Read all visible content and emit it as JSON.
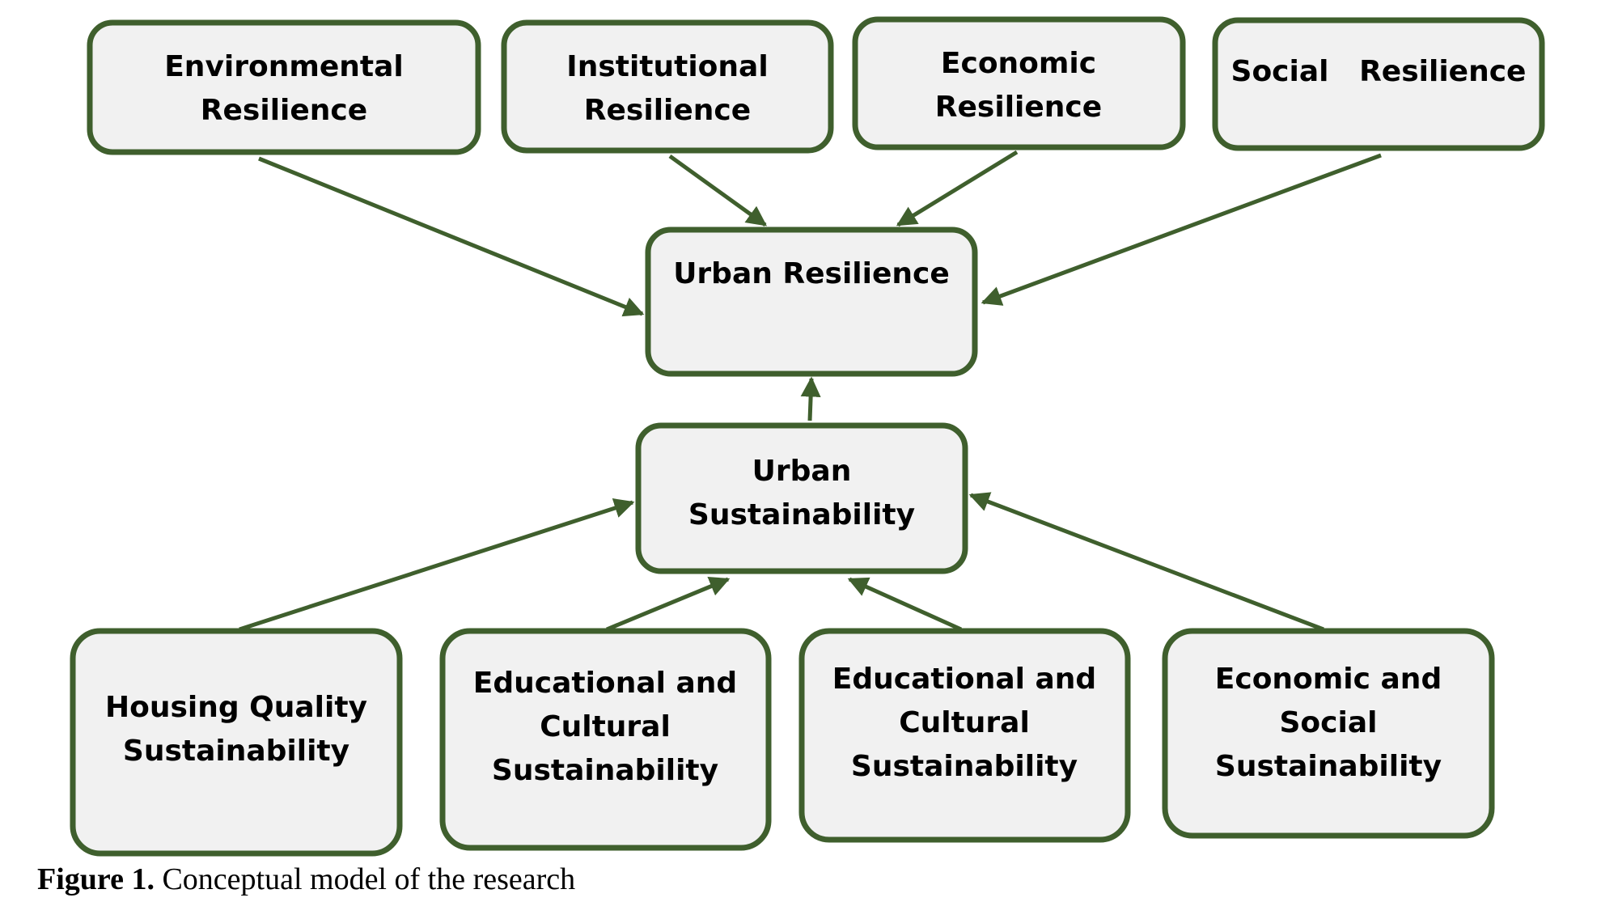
{
  "nodes": {
    "environmental_resilience": [
      "Environmental",
      "Resilience"
    ],
    "institutional_resilience": [
      "Institutional",
      "Resilience"
    ],
    "economic_resilience": [
      "Economic",
      "Resilience"
    ],
    "social_resilience": [
      "Social   Resilience"
    ],
    "urban_resilience": [
      "Urban Resilience"
    ],
    "urban_sustainability": [
      "Urban",
      "Sustainability"
    ],
    "housing_quality_sustainability": [
      "Housing Quality",
      "Sustainability"
    ],
    "educational_cultural_sustainability_1": [
      "Educational and",
      "Cultural",
      "Sustainability"
    ],
    "educational_cultural_sustainability_2": [
      "Educational and",
      "Cultural",
      "Sustainability"
    ],
    "economic_social_sustainability": [
      "Economic and",
      "Social",
      "Sustainability"
    ]
  },
  "edges": [
    [
      "environmental_resilience",
      "urban_resilience"
    ],
    [
      "institutional_resilience",
      "urban_resilience"
    ],
    [
      "economic_resilience",
      "urban_resilience"
    ],
    [
      "social_resilience",
      "urban_resilience"
    ],
    [
      "urban_sustainability",
      "urban_resilience"
    ],
    [
      "housing_quality_sustainability",
      "urban_sustainability"
    ],
    [
      "educational_cultural_sustainability_1",
      "urban_sustainability"
    ],
    [
      "educational_cultural_sustainability_2",
      "urban_sustainability"
    ],
    [
      "economic_social_sustainability",
      "urban_sustainability"
    ]
  ],
  "caption": {
    "label": "Figure 1.",
    "text": " Conceptual model of the research"
  },
  "colors": {
    "node_fill": "#f1f1f1",
    "node_stroke": "#3f5f2d",
    "arrow": "#3f5f2d"
  }
}
